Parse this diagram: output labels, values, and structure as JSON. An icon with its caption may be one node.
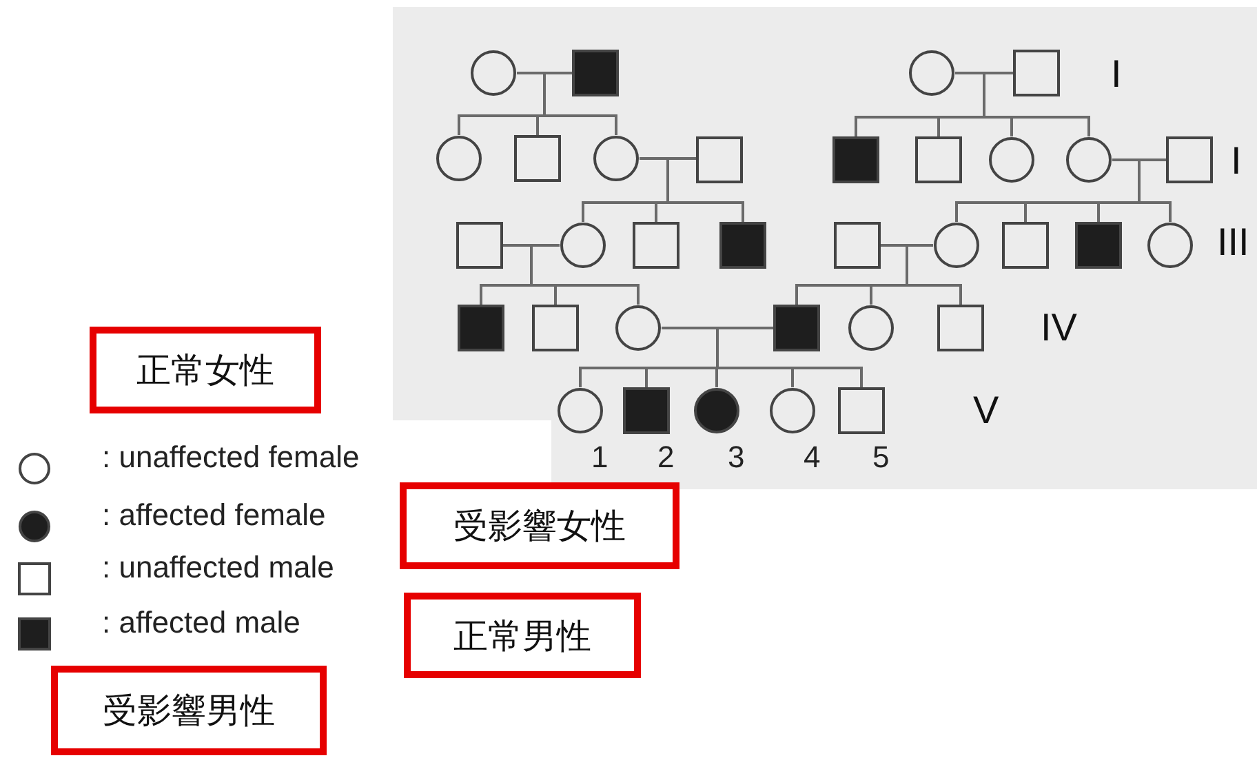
{
  "diagram": {
    "nodes": [
      {
        "text": [],
        "shape": "circle"
      },
      {
        "text": [],
        "shape": "filled-box"
      },
      {
        "text": [],
        "shape": "circle"
      },
      {
        "text": [],
        "shape": "box"
      },
      {
        "text": [],
        "shape": "circle"
      },
      {
        "text": [],
        "shape": "box"
      },
      {
        "text": [],
        "shape": "circle"
      },
      {
        "text": [],
        "shape": "box"
      },
      {
        "text": [],
        "shape": "filled-box"
      },
      {
        "text": [],
        "shape": "box"
      },
      {
        "text": [],
        "shape": "circle"
      },
      {
        "text": [],
        "shape": "circle"
      },
      {
        "text": [],
        "shape": "box"
      },
      {
        "text": [],
        "shape": "box"
      },
      {
        "text": [],
        "shape": "circle"
      },
      {
        "text": [],
        "shape": "box"
      },
      {
        "text": [],
        "shape": "filled-box"
      },
      {
        "text": [],
        "shape": "box"
      },
      {
        "text": [],
        "shape": "circle"
      },
      {
        "text": [],
        "shape": "box"
      },
      {
        "text": [],
        "shape": "filled-box"
      },
      {
        "text": [],
        "shape": "circle"
      },
      {
        "text": [],
        "shape": "filled-box"
      },
      {
        "text": [],
        "shape": "box"
      },
      {
        "text": [],
        "shape": "circle"
      },
      {
        "text": [],
        "shape": "filled-box"
      },
      {
        "text": [],
        "shape": "circle"
      },
      {
        "text": [],
        "shape": "box"
      },
      {
        "text": [],
        "shape": "circle",
        "beside": [
          "1"
        ]
      },
      {
        "text": [],
        "shape": "filled-box",
        "beside": [
          "2"
        ]
      },
      {
        "text": [],
        "shape": "filled-circle",
        "beside": [
          "3"
        ]
      },
      {
        "text": [],
        "shape": "circle",
        "beside": [
          "4"
        ]
      },
      {
        "text": [],
        "shape": "box",
        "beside": [
          "5"
        ]
      },
      {
        "text": [
          "正常女性"
        ]
      },
      {
        "text": [
          "受影響女性"
        ]
      },
      {
        "text": [
          "正常男性"
        ]
      },
      {
        "text": [
          "受影響男性"
        ]
      }
    ],
    "edges": [
      {
        "from": 0,
        "to": 4,
        "arrow": "none"
      },
      {
        "from": 1,
        "to": 4,
        "arrow": "none"
      },
      {
        "from": 0,
        "to": 5,
        "arrow": "none"
      },
      {
        "from": 1,
        "to": 5,
        "arrow": "none"
      },
      {
        "from": 0,
        "to": 6,
        "arrow": "none"
      },
      {
        "from": 1,
        "to": 6,
        "arrow": "none"
      },
      {
        "from": 2,
        "to": 8,
        "arrow": "none"
      },
      {
        "from": 3,
        "to": 8,
        "arrow": "none"
      },
      {
        "from": 2,
        "to": 9,
        "arrow": "none"
      },
      {
        "from": 3,
        "to": 9,
        "arrow": "none"
      },
      {
        "from": 2,
        "to": 10,
        "arrow": "none"
      },
      {
        "from": 3,
        "to": 10,
        "arrow": "none"
      },
      {
        "from": 2,
        "to": 11,
        "arrow": "none"
      },
      {
        "from": 3,
        "to": 11,
        "arrow": "none"
      },
      {
        "from": 6,
        "to": 14,
        "arrow": "none"
      },
      {
        "from": 7,
        "to": 14,
        "arrow": "none"
      },
      {
        "from": 6,
        "to": 15,
        "arrow": "none"
      },
      {
        "from": 7,
        "to": 15,
        "arrow": "none"
      },
      {
        "from": 6,
        "to": 16,
        "arrow": "none"
      },
      {
        "from": 7,
        "to": 16,
        "arrow": "none"
      },
      {
        "from": 11,
        "to": 18,
        "arrow": "none"
      },
      {
        "from": 12,
        "to": 18,
        "arrow": "none"
      },
      {
        "from": 11,
        "to": 19,
        "arrow": "none"
      },
      {
        "from": 12,
        "to": 19,
        "arrow": "none"
      },
      {
        "from": 11,
        "to": 20,
        "arrow": "none"
      },
      {
        "from": 12,
        "to": 20,
        "arrow": "none"
      },
      {
        "from": 11,
        "to": 21,
        "arrow": "none"
      },
      {
        "from": 12,
        "to": 21,
        "arrow": "none"
      },
      {
        "from": 13,
        "to": 22,
        "arrow": "none"
      },
      {
        "from": 14,
        "to": 22,
        "arrow": "none"
      },
      {
        "from": 13,
        "to": 23,
        "arrow": "none"
      },
      {
        "from": 14,
        "to": 23,
        "arrow": "none"
      },
      {
        "from": 13,
        "to": 24,
        "arrow": "none"
      },
      {
        "from": 14,
        "to": 24,
        "arrow": "none"
      },
      {
        "from": 17,
        "to": 25,
        "arrow": "none"
      },
      {
        "from": 18,
        "to": 25,
        "arrow": "none"
      },
      {
        "from": 17,
        "to": 26,
        "arrow": "none"
      },
      {
        "from": 18,
        "to": 26,
        "arrow": "none"
      },
      {
        "from": 17,
        "to": 27,
        "arrow": "none"
      },
      {
        "from": 18,
        "to": 27,
        "arrow": "none"
      },
      {
        "from": 24,
        "to": 28,
        "arrow": "none"
      },
      {
        "from": 25,
        "to": 28,
        "arrow": "none"
      },
      {
        "from": 24,
        "to": 29,
        "arrow": "none"
      },
      {
        "from": 25,
        "to": 29,
        "arrow": "none"
      },
      {
        "from": 24,
        "to": 30,
        "arrow": "none"
      },
      {
        "from": 25,
        "to": 30,
        "arrow": "none"
      },
      {
        "from": 24,
        "to": 31,
        "arrow": "none"
      },
      {
        "from": 25,
        "to": 31,
        "arrow": "none"
      },
      {
        "from": 24,
        "to": 32,
        "arrow": "none"
      },
      {
        "from": 25,
        "to": 32,
        "arrow": "none"
      }
    ],
    "labels": [
      "I",
      "I",
      "III",
      "IV",
      "V"
    ],
    "legend": [
      {
        "text": ": unaffected female"
      },
      {
        "text": ": affected female"
      },
      {
        "text": ": unaffected male"
      },
      {
        "text": ": affected male"
      }
    ]
  }
}
